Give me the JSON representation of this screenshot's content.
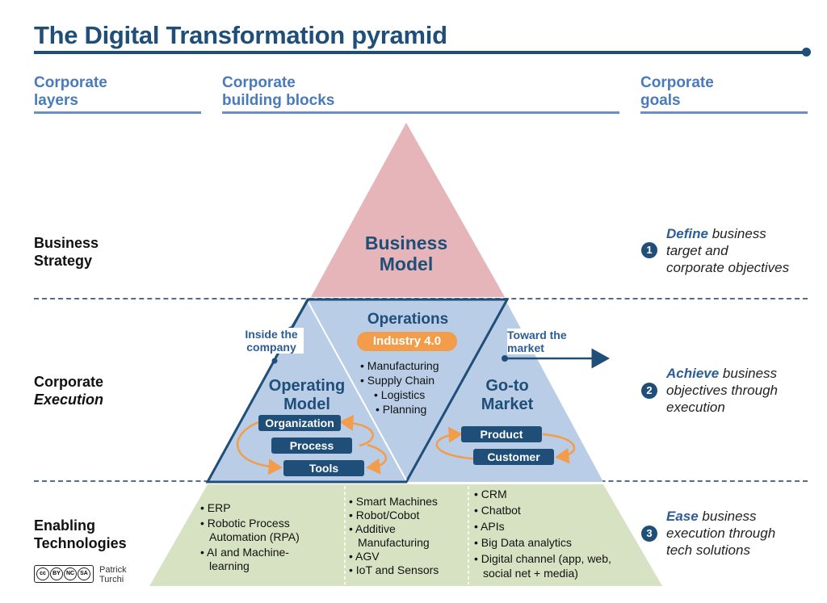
{
  "title": "The Digital Transformation pyramid",
  "columns": {
    "layers": [
      "Corporate",
      "layers"
    ],
    "blocks": [
      "Corporate",
      "building blocks"
    ],
    "goals": [
      "Corporate",
      "goals"
    ]
  },
  "layers": [
    {
      "line1": "Business",
      "line2": "Strategy"
    },
    {
      "line1": "Corporate",
      "line2": "Execution"
    },
    {
      "line1": "Enabling",
      "line2": "Technologies"
    }
  ],
  "business_model": [
    "Business",
    "Model"
  ],
  "operations": {
    "title": "Operations",
    "pill": "Industry 4.0",
    "items": [
      "• Manufacturing",
      "• Supply Chain",
      "• Logistics",
      "• Planning"
    ]
  },
  "operating_model": {
    "title": [
      "Operating",
      "Model"
    ],
    "boxes": [
      "Organization",
      "Process",
      "Tools"
    ],
    "callout": [
      "Inside the",
      "company"
    ]
  },
  "go_to_market": {
    "title": [
      "Go-to",
      "Market"
    ],
    "boxes": [
      "Product",
      "Customer"
    ],
    "callout": [
      "Toward the",
      "market"
    ]
  },
  "technologies": [
    [
      "• ERP",
      "• Robotic Process Automation (RPA)",
      "• AI and Machine-learning"
    ],
    [
      "• Smart Machines",
      "• Robot/Cobot",
      "• Additive Manufacturing",
      "• AGV",
      "• IoT and Sensors"
    ],
    [
      "• CRM",
      "• Chatbot",
      "• APIs",
      "• Big Data analytics",
      "• Digital channel (app, web, social net + media)"
    ]
  ],
  "goals": [
    {
      "num": "1",
      "key": "Define",
      "rest1": " business",
      "rest2": "target and",
      "rest3": "corporate objectives"
    },
    {
      "num": "2",
      "key": "Achieve",
      "rest1": " business",
      "rest2": "objectives through",
      "rest3": "execution"
    },
    {
      "num": "3",
      "key": "Ease",
      "rest1": " business",
      "rest2": "execution through",
      "rest3": "tech solutions"
    }
  ],
  "license": {
    "badge": [
      "cc",
      "BY",
      "NC",
      "SA"
    ],
    "author": [
      "Patrick",
      "Turchi"
    ]
  },
  "colors": {
    "navy": "#1f4e79",
    "pink": "#e5b5b9",
    "blue": "#b9cde6",
    "green": "#d6e2c2",
    "orange": "#f39c4a"
  }
}
